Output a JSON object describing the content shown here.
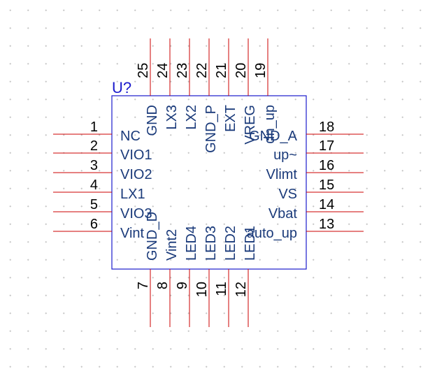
{
  "component": {
    "reference": "U?",
    "colors": {
      "body": "#1a1acc",
      "pin_line": "#cc0000",
      "pin_name": "#1a3a7a",
      "pin_number": "#000000",
      "reference": "#1a1acc"
    }
  },
  "pins": {
    "left": [
      {
        "number": "1",
        "name": "NC"
      },
      {
        "number": "2",
        "name": "VIO1"
      },
      {
        "number": "3",
        "name": "VIO2"
      },
      {
        "number": "4",
        "name": "LX1"
      },
      {
        "number": "5",
        "name": "VIO3"
      },
      {
        "number": "6",
        "name": "Vint"
      }
    ],
    "right": [
      {
        "number": "18",
        "name": "GND_A"
      },
      {
        "number": "17",
        "name": "up~"
      },
      {
        "number": "16",
        "name": "Vlimt"
      },
      {
        "number": "15",
        "name": "VS"
      },
      {
        "number": "14",
        "name": "Vbat"
      },
      {
        "number": "13",
        "name": "auto_up"
      }
    ],
    "top": [
      {
        "number": "25",
        "name": "GND"
      },
      {
        "number": "24",
        "name": "LX3"
      },
      {
        "number": "23",
        "name": "LX2"
      },
      {
        "number": "22",
        "name": "GND_P"
      },
      {
        "number": "21",
        "name": "EXT"
      },
      {
        "number": "20",
        "name": "VREG"
      },
      {
        "number": "19",
        "name": "dn_up"
      }
    ],
    "bottom": [
      {
        "number": "7",
        "name": "GND_D"
      },
      {
        "number": "8",
        "name": "Vint2"
      },
      {
        "number": "9",
        "name": "LED4"
      },
      {
        "number": "10",
        "name": "LED3"
      },
      {
        "number": "11",
        "name": "LED2"
      },
      {
        "number": "12",
        "name": "LED1"
      }
    ]
  }
}
